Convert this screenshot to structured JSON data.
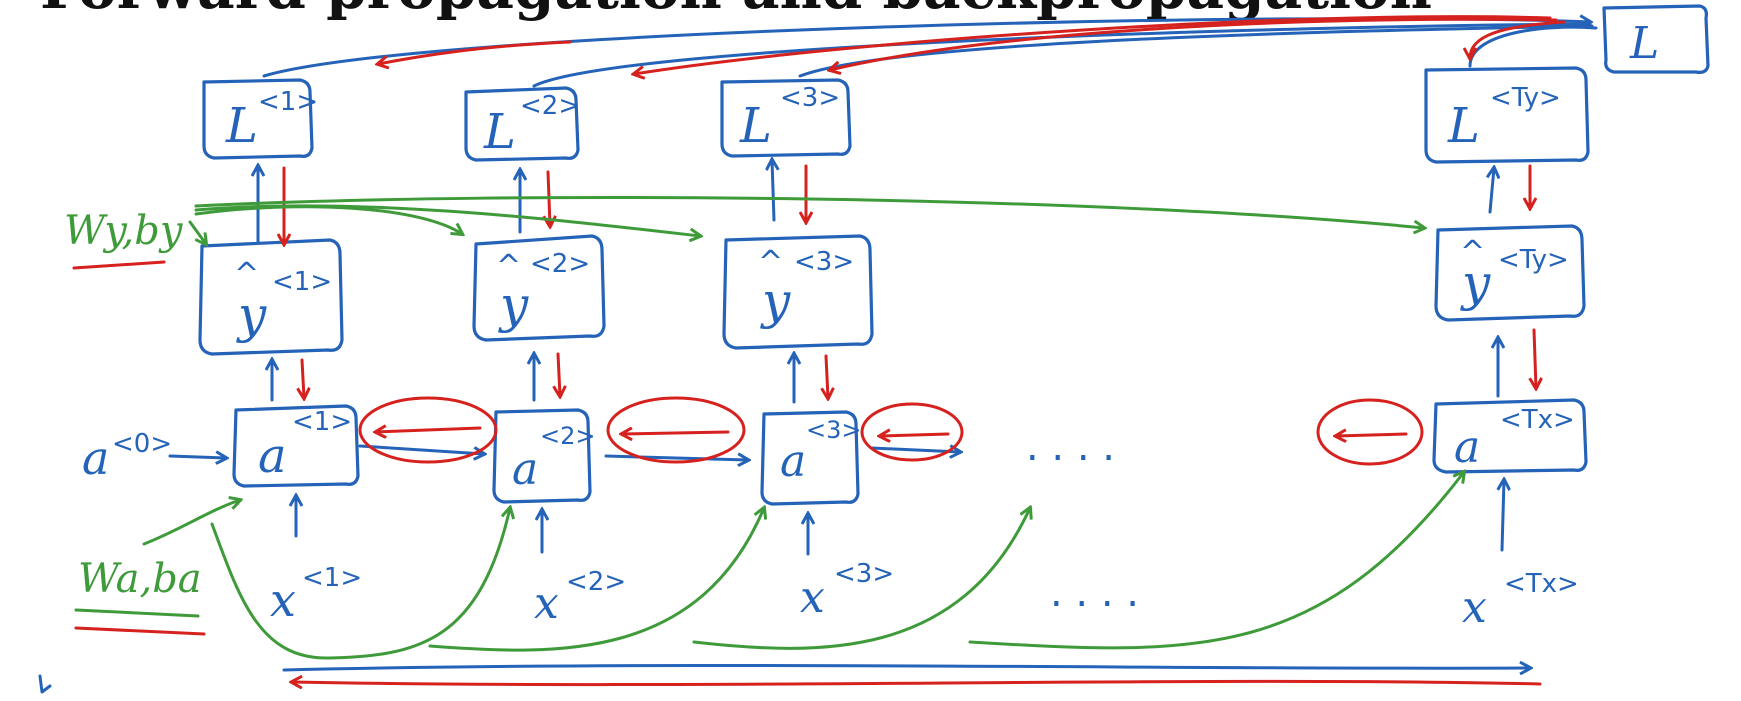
{
  "title_fragment": "Forward propagation and backpropagation",
  "colors": {
    "blue": "#2563b8",
    "red": "#d6221f",
    "green": "#3f9b3a",
    "ink": "#111111"
  },
  "total_loss": {
    "symbol": "L",
    "sub": ""
  },
  "params_y": "Wy,by",
  "params_a": "Wa,ba",
  "a0": {
    "base": "a",
    "sup": "<0>"
  },
  "ellipsis_a": ". . . .",
  "ellipsis_x": ". . . .",
  "timesteps": [
    {
      "loss": {
        "base": "L",
        "sup": "<1>"
      },
      "yhat": {
        "base": "y",
        "sup": "<1>"
      },
      "a": {
        "base": "a",
        "sup": "<1>"
      },
      "x": {
        "base": "x",
        "sup": "<1>"
      }
    },
    {
      "loss": {
        "base": "L",
        "sup": "<2>"
      },
      "yhat": {
        "base": "y",
        "sup": "<2>"
      },
      "a": {
        "base": "a",
        "sup": "<2>"
      },
      "x": {
        "base": "x",
        "sup": "<2>"
      }
    },
    {
      "loss": {
        "base": "L",
        "sup": "<3>"
      },
      "yhat": {
        "base": "y",
        "sup": "<3>"
      },
      "a": {
        "base": "a",
        "sup": "<3>"
      },
      "x": {
        "base": "x",
        "sup": "<3>"
      }
    },
    {
      "loss": {
        "base": "L",
        "sup": "<Ty>"
      },
      "yhat": {
        "base": "y",
        "sup": "<Ty>"
      },
      "a": {
        "base": "a",
        "sup": "<Tx>"
      },
      "x": {
        "base": "x",
        "sup": "<Tx>"
      }
    }
  ]
}
